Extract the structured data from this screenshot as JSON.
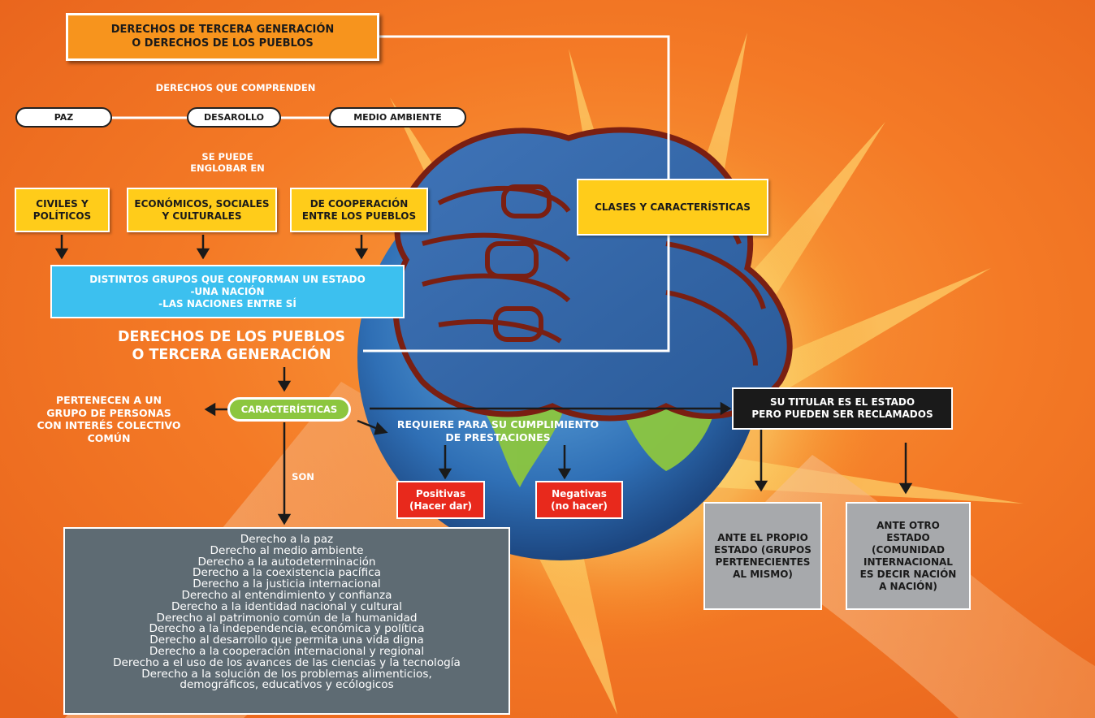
{
  "title": "DERECHOS DE TERCERA GENERACIÓN\nO DERECHOS DE LOS PUEBLOS",
  "comprenden_label": "DERECHOS QUE COMPRENDEN",
  "pills": [
    "PAZ",
    "DESAROLLO",
    "MEDIO AMBIENTE"
  ],
  "englobar_label": "SE PUEDE\nENGLOBAR EN",
  "categories": [
    "CIVILES Y\nPOLÍTICOS",
    "ECONÓMICOS, SOCIALES\nY CULTURALES",
    "DE COOPERACIÓN\nENTRE LOS PUEBLOS"
  ],
  "clases_box": "CLASES Y CARACTERÍSTICAS",
  "grupos_box": "DISTINTOS GRUPOS QUE CONFORMAN UN ESTADO\n-UNA NACIÓN\n-LAS NACIONES ENTRE SÍ",
  "derechos_pueblos_label": "DERECHOS DE LOS PUEBLOS\nO TERCERA GENERACIÓN",
  "caracteristicas": "CARACTERÍSTICAS",
  "pertenecen_label": "PERTENECEN A UN\nGRUPO DE PERSONAS\nCON INTERÉS COLECTIVO\nCOMÚN",
  "requiere_label": "REQUIERE PARA SU CUMPLIMIENTO\nDE PRESTACIONES",
  "titular_box": "SU TITULAR ES EL ESTADO\nPERO PUEDEN SER RECLAMADOS",
  "son_label": "SON",
  "positivas": "Positivas\n(Hacer dar)",
  "negativas": "Negativas\n(no hacer)",
  "ante_propio": "ANTE EL PROPIO\nESTADO (GRUPOS\nPERTENECIENTES\nAL MISMO)",
  "ante_otro": "ANTE OTRO\nESTADO\n(COMUNIDAD\nINTERNACIONAL\nES DECIR NACIÓN\nA NACIÓN)",
  "rights_list": [
    "Derecho a la paz",
    "Derecho al medio ambiente",
    "Derecho  a la autodeterminación",
    "Derecho a la coexistencia pacífica",
    "Derecho a la justicia internacional",
    "Derecho al entendimiento y confianza",
    "Derecho a la identidad nacional y cultural",
    "Derecho al patrimonio común de la humanidad",
    "Derecho a la independencia, económica y política",
    "Derecho al desarrollo que permita una vida digna",
    "Derecho a la cooperación internacional y regional",
    "Derecho a el uso de los avances de las ciencias y la tecnología",
    "Derecho a la solución de los problemas alimenticios,",
    "demográficos, educativos y ecólogicos"
  ],
  "colors": {
    "background": "#f26f21",
    "title_box": "#f7941d",
    "yellow": "#ffcc1a",
    "blue": "#3cc0ef",
    "green": "#8cc63f",
    "red": "#e8291c",
    "black": "#1a1a1a",
    "grey": "#a7a9ac",
    "list": "#5e6b73"
  }
}
